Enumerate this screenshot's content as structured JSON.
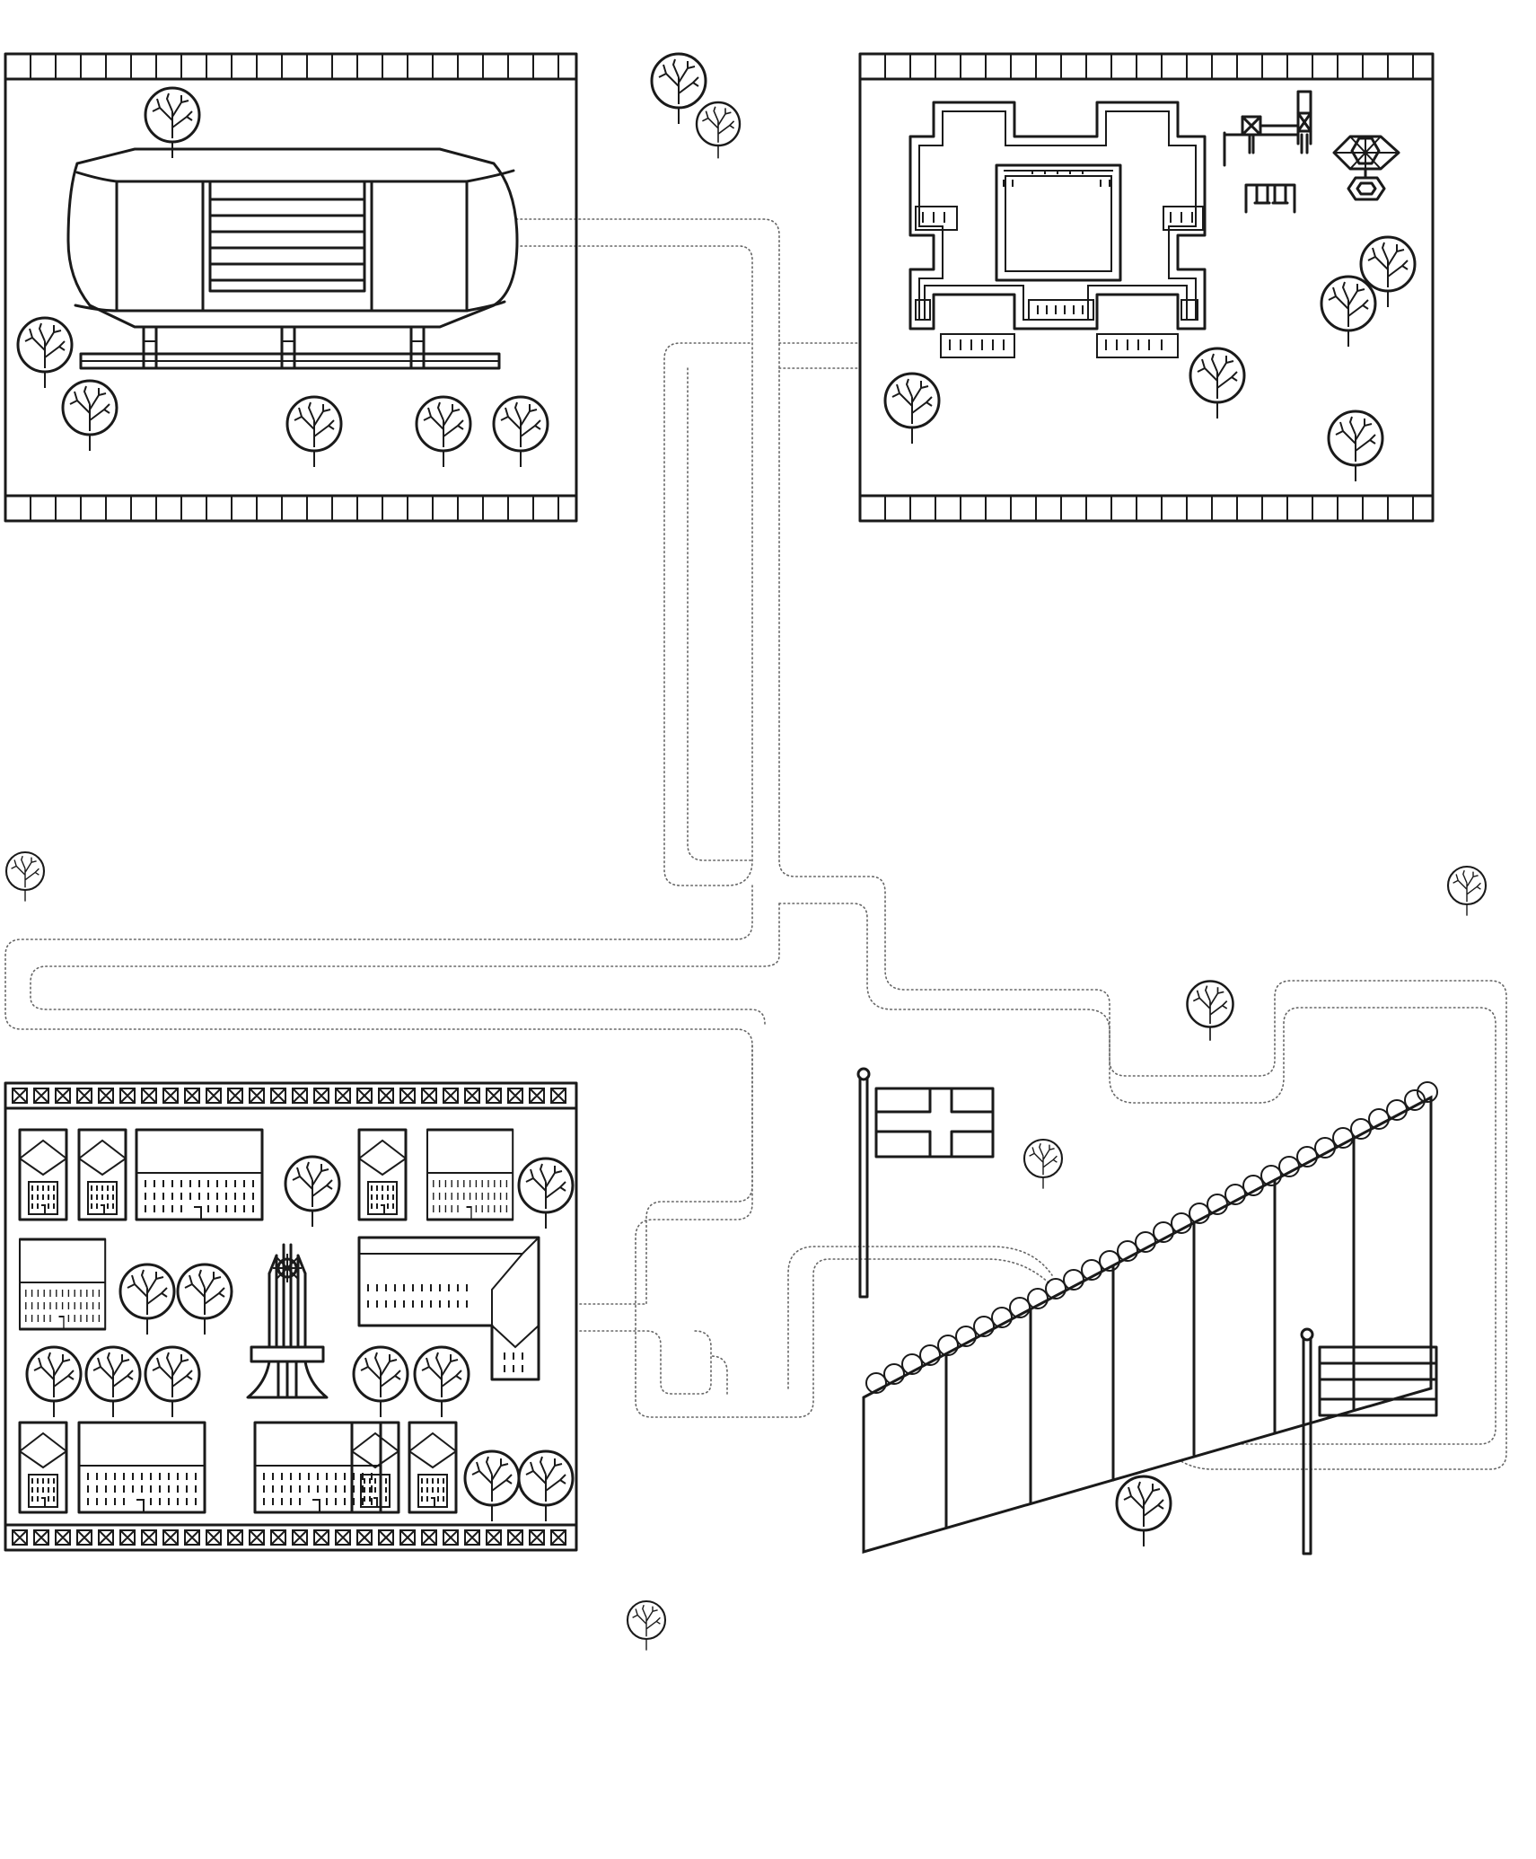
{
  "map": {
    "style": "monochrome line-art illustrated map",
    "colors": {
      "stroke": "#1a1a1a",
      "background": "#ffffff",
      "route": "#666666"
    },
    "areas": [
      {
        "id": "stadium",
        "icon": "stadium-icon"
      },
      {
        "id": "fortress",
        "icon": "star-fort-icon"
      },
      {
        "id": "town",
        "icon": "town-blocks-icon"
      },
      {
        "id": "border-wall",
        "icon": "wall-with-barbed-wire-icon"
      }
    ],
    "landmarks": [
      "playground-icon",
      "gazebo-icon",
      "monument-icon",
      "nordic-cross-flag-icon",
      "striped-flag-icon"
    ]
  }
}
